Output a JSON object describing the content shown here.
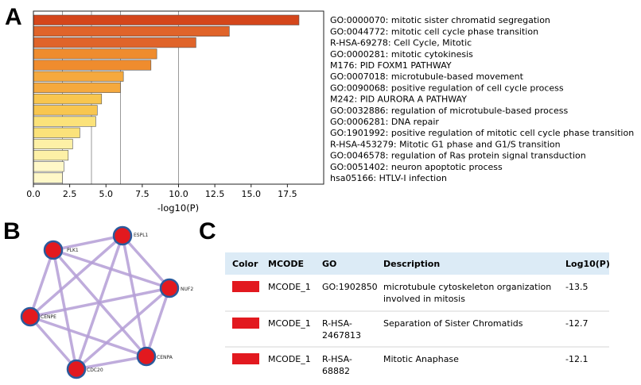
{
  "panels": {
    "a": "A",
    "b": "B",
    "c": "C"
  },
  "colors": {
    "bar_gradient": [
      "#d4461b",
      "#e0642a",
      "#ef8c2e",
      "#f5a93e",
      "#f8c64f",
      "#fbe27a",
      "#fdf0a6",
      "#fff8c8"
    ],
    "bar_stroke": "#555555",
    "node_fill": "#e2191f",
    "node_stroke": "#2a5a9c",
    "edge": "#b49ed6",
    "table_header_bg": "#dcebf6",
    "table_swatch": "#e2191f"
  },
  "chart_data": {
    "type": "bar",
    "orientation": "horizontal",
    "xlabel": "-log10(P)",
    "xlim": [
      0,
      20
    ],
    "xticks": [
      "0.0",
      "2.5",
      "5.0",
      "7.5",
      "10.0",
      "12.5",
      "15.0",
      "17.5"
    ],
    "grid_x": [
      2,
      4,
      6,
      10
    ],
    "categories": [
      "GO:0000070: mitotic sister chromatid segregation",
      "GO:0044772: mitotic cell cycle phase transition",
      "R-HSA-69278: Cell Cycle, Mitotic",
      "GO:0000281: mitotic cytokinesis",
      "M176: PID FOXM1 PATHWAY",
      "GO:0007018: microtubule-based movement",
      "GO:0090068: positive regulation of cell cycle process",
      "M242: PID AURORA A PATHWAY",
      "GO:0032886: regulation of microtubule-based process",
      "GO:0006281: DNA repair",
      "GO:1901992: positive regulation of mitotic cell cycle phase transition",
      "R-HSA-453279: Mitotic G1 phase and G1/S transition",
      "GO:0046578: regulation of Ras protein signal transduction",
      "GO:0051402: neuron apoptotic process",
      "hsa05166: HTLV-I infection"
    ],
    "values": [
      18.3,
      13.5,
      11.2,
      8.5,
      8.1,
      6.2,
      6.0,
      4.7,
      4.4,
      4.3,
      3.2,
      2.7,
      2.4,
      2.1,
      2.0
    ]
  },
  "network": {
    "nodes": [
      {
        "id": "PLK1",
        "label": "PLK1"
      },
      {
        "id": "ESPL1",
        "label": "ESPL1"
      },
      {
        "id": "NUF2",
        "label": "NUF2"
      },
      {
        "id": "CENPA",
        "label": "CENPA"
      },
      {
        "id": "CDC20",
        "label": "CDC20"
      },
      {
        "id": "CENPE",
        "label": "CENPE"
      }
    ]
  },
  "table": {
    "headers": [
      "Color",
      "MCODE",
      "GO",
      "Description",
      "Log10(P)"
    ],
    "rows": [
      {
        "mcode": "MCODE_1",
        "go": [
          "GO:1902850"
        ],
        "desc": [
          "microtubule cytoskeleton organization",
          "involved in mitosis"
        ],
        "logp": "-13.5"
      },
      {
        "mcode": "MCODE_1",
        "go": [
          "R-HSA-",
          "2467813"
        ],
        "desc": [
          "Separation of Sister Chromatids"
        ],
        "logp": "-12.7"
      },
      {
        "mcode": "MCODE_1",
        "go": [
          "R-HSA-",
          "68882"
        ],
        "desc": [
          "Mitotic Anaphase"
        ],
        "logp": "-12.1"
      }
    ]
  }
}
